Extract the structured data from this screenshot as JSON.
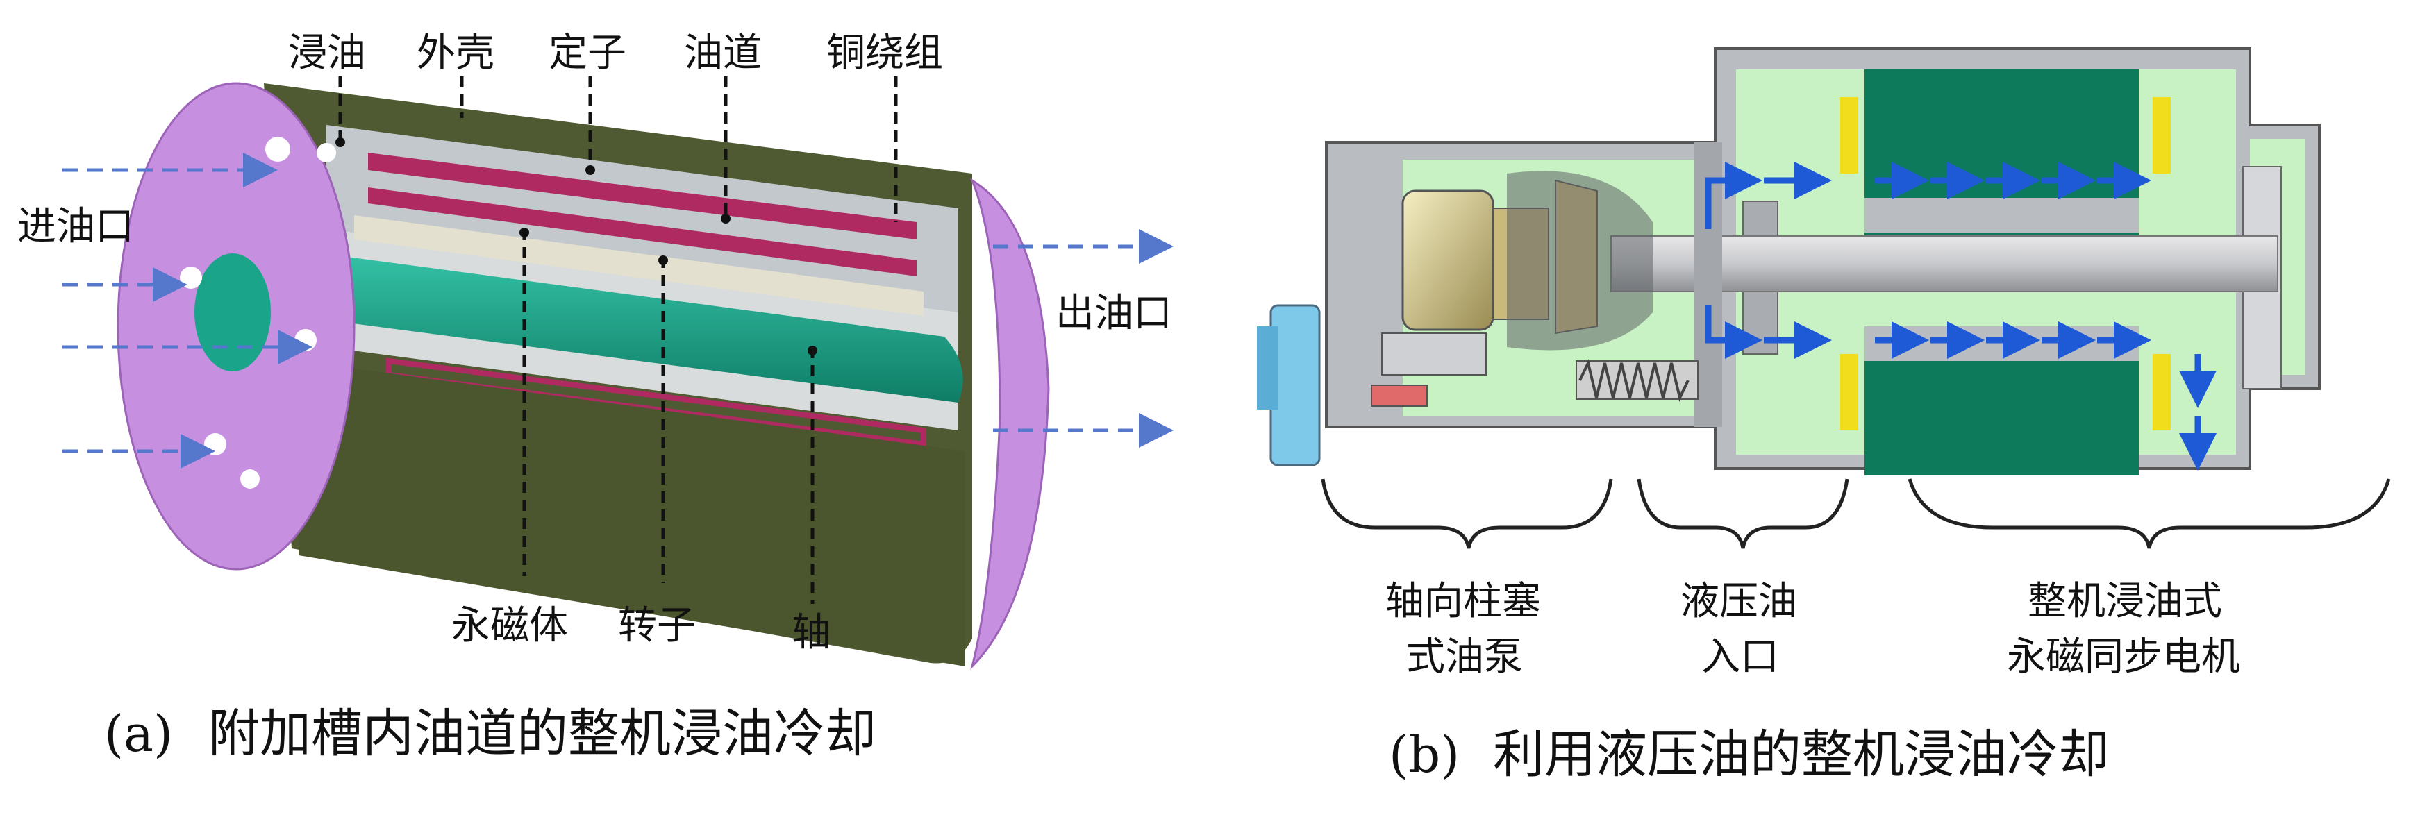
{
  "panel_a": {
    "labels": {
      "jinyou": "浸油",
      "waike": "外壳",
      "dingzi": "定子",
      "youdao": "油道",
      "tongraozu": "铜绕组",
      "jinyoukou": "进油口",
      "chuyoukou": "出油口",
      "yongciti": "永磁体",
      "zhuanzi": "转子",
      "zhou": "轴"
    },
    "caption_prefix": "(a)",
    "caption_text": "附加槽内油道的整机浸油冷却"
  },
  "panel_b": {
    "labels": {
      "pump_line1": "轴向柱塞",
      "pump_line2": "式油泵",
      "inlet_line1": "液压油",
      "inlet_line2": "入口",
      "motor_line1": "整机浸油式",
      "motor_line2": "永磁同步电机"
    },
    "caption_prefix": "(b)",
    "caption_text": "利用液压油的整机浸油冷却"
  },
  "colors": {
    "flange": "#c78fe0",
    "housing": "#4f5a32",
    "stator_bar": "#b02a62",
    "rotor_teal": "#1aa58a",
    "oil_green": "#c8f2c4",
    "housing_gray": "#b9bcc1",
    "rotor_dark_green": "#0d7a5c",
    "magnet_yellow": "#f1dd1c",
    "flow_arrow": "#1e5ad6",
    "dash_arrow": "#5577cc"
  }
}
